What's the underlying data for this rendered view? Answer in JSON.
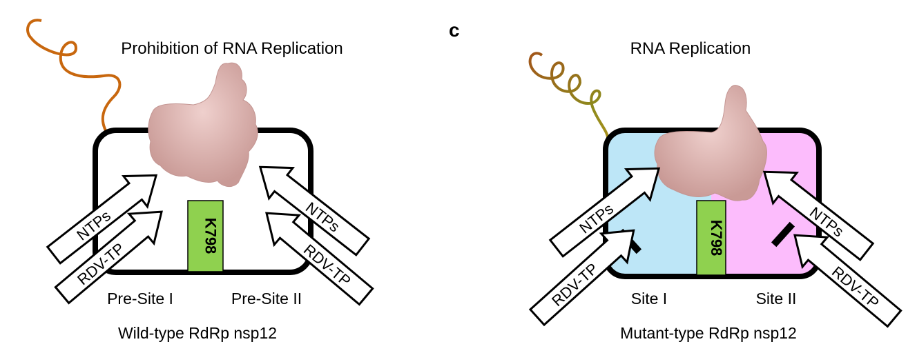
{
  "panel_letter": "c",
  "left_panel": {
    "title": "Prohibition of RNA Replication",
    "caption": "Wild-type RdRp nsp12",
    "site_left": "Pre-Site I",
    "site_right": "Pre-Site II",
    "residue": "K798",
    "arrows": {
      "left_top": "NTPs",
      "left_bottom": "RDV-TP",
      "right_top": "NTPs",
      "right_bottom": "RDV-TP"
    },
    "colors": {
      "box_fill": "#ffffff",
      "residue_fill": "#8fd14f",
      "ribbon": "#c8670e",
      "protein": "#d8aaa6"
    }
  },
  "right_panel": {
    "title": "RNA Replication",
    "caption": "Mutant-type RdRp nsp12",
    "site_left": "Site I",
    "site_right": "Site II",
    "residue": "K798",
    "arrows": {
      "left_top": "NTPs",
      "left_bottom": "RDV-TP",
      "right_top": "NTPs",
      "right_bottom": "RDV-TP"
    },
    "colors": {
      "site1_fill": "#bde6f7",
      "site2_fill": "#fcbcfc",
      "residue_fill": "#8fd14f",
      "ribbon": "#b07a10",
      "protein": "#d8aaa6"
    }
  }
}
